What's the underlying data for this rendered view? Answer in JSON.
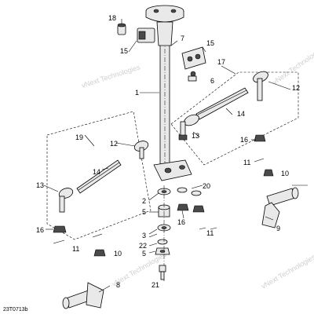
{
  "diagram": {
    "drawing_code": "23T0713b",
    "watermark": "vNext Technologies",
    "callouts": {
      "c1": "1",
      "c2": "2",
      "c3": "3",
      "c5": "5",
      "c7": "7",
      "c8": "8",
      "c9": "9",
      "c10a": "10",
      "c10b": "10",
      "c11a": "11",
      "c11b": "11",
      "c11c": "11",
      "c12a": "12",
      "c12b": "12",
      "c13a": "13",
      "c13b": "13",
      "c14a": "14",
      "c14b": "14",
      "c15a": "15",
      "c15b": "15",
      "c16a": "16",
      "c16b": "16",
      "c16c": "16",
      "c17": "17",
      "c18": "18",
      "c19": "19",
      "c20": "20",
      "c21": "21",
      "c22": "22",
      "c6": "6"
    }
  }
}
